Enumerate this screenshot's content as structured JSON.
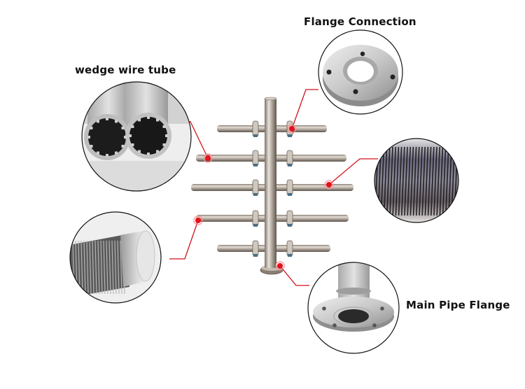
{
  "callouts": {
    "flange_connection": "Flange Connection",
    "wedge_wire_tube": "wedge wire tube",
    "main_pipe_flange": "Main Pipe Flange"
  },
  "colors": {
    "leader_line": "#d0121b",
    "marker": "#e8101a",
    "circle_border": "#111111",
    "steel": "#b9b3ab",
    "background": "#ffffff"
  },
  "product": {
    "name": "wedge wire header lateral",
    "lateral_rows": 5,
    "laterals_per_row": 2
  }
}
